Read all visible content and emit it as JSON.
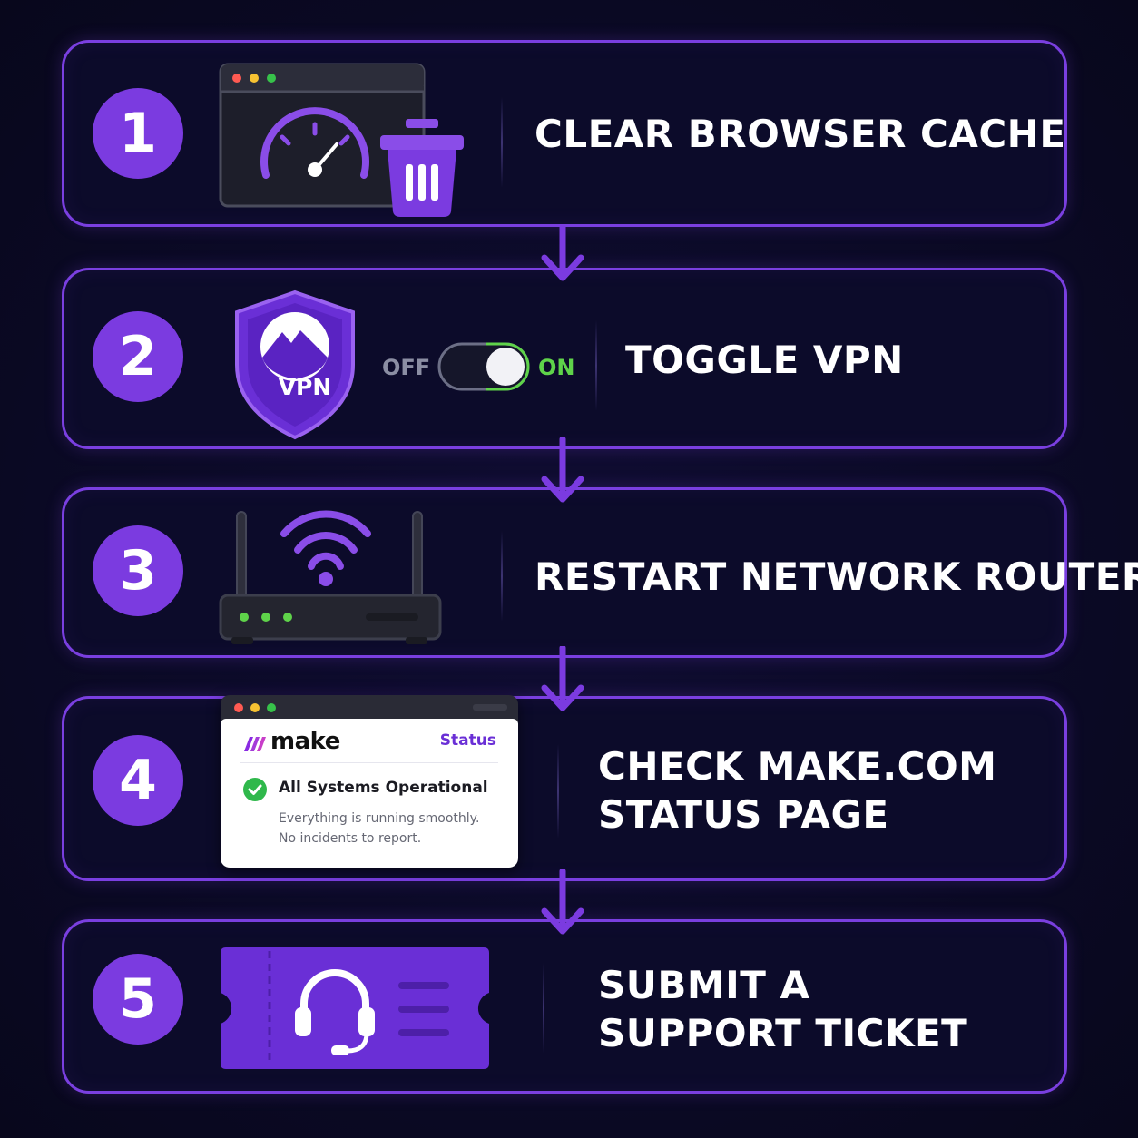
{
  "steps": [
    {
      "number": "1",
      "title_lines": [
        "CLEAR BROWSER CACHE"
      ],
      "icon": "browser-speedometer-trash-icon"
    },
    {
      "number": "2",
      "title_lines": [
        "TOGGLE VPN"
      ],
      "icon": "vpn-shield-icon",
      "vpn_label": "VPN",
      "toggle": {
        "off_label": "OFF",
        "on_label": "ON",
        "state": "on"
      }
    },
    {
      "number": "3",
      "title_lines": [
        "RESTART NETWORK ROUTER"
      ],
      "icon": "wifi-router-icon"
    },
    {
      "number": "4",
      "title_lines": [
        "CHECK MAKE.COM",
        "STATUS PAGE"
      ],
      "icon": "status-page-window-icon",
      "status_card": {
        "brand": "make",
        "link": "Status",
        "headline": "All Systems Operational",
        "lines": [
          "Everything is running smoothly.",
          "No incidents to report."
        ]
      }
    },
    {
      "number": "5",
      "title_lines": [
        "SUBMIT A",
        "SUPPORT TICKET"
      ],
      "icon": "support-ticket-headset-icon"
    }
  ],
  "colors": {
    "accent": "#7b3be0",
    "border": "#7a3fe0",
    "background": "#0b0a26",
    "toggle_on": "#5fd34a",
    "check": "#2fb84b"
  }
}
